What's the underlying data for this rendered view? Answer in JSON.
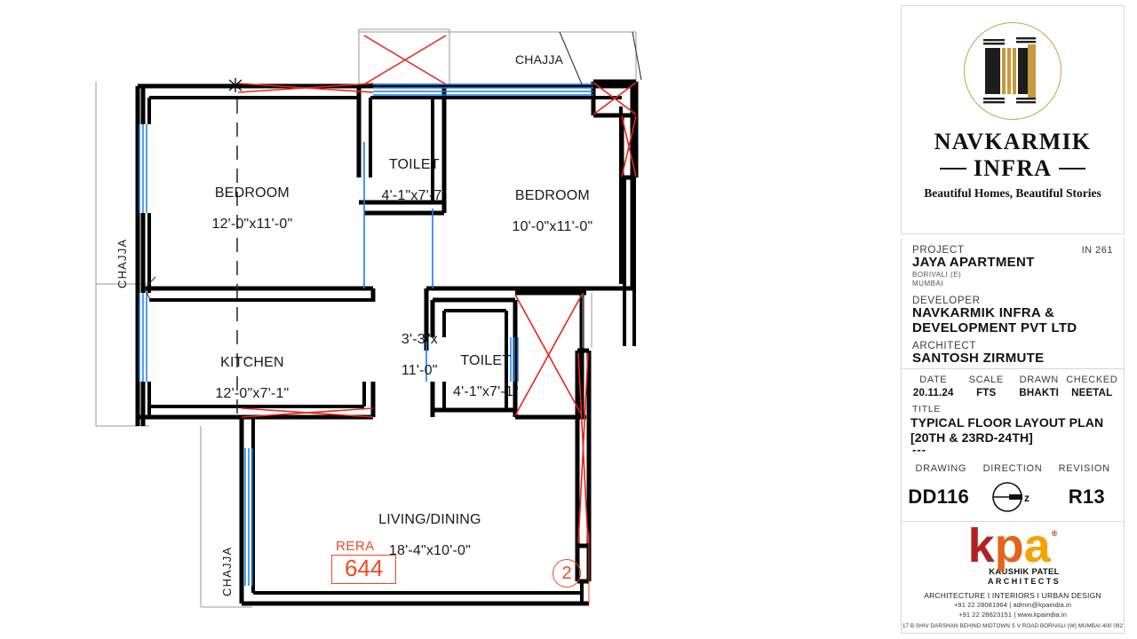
{
  "sheet": {
    "background": "#ffffff",
    "wall_color": "#000000",
    "window_color": "#1a7fe8",
    "accent_color": "#ef4a23",
    "annotation_color": "#e8251c"
  },
  "plan": {
    "rooms": [
      {
        "name": "BEDROOM",
        "dimension": "12'-0\"x11'-0\""
      },
      {
        "name": "TOILET",
        "dimension": "4'-1\"x7'-7\""
      },
      {
        "name": "BEDROOM",
        "dimension": "10'-0\"x11'-0\""
      },
      {
        "name": "KITCHEN",
        "dimension": "12'-0\"x7'-1\""
      },
      {
        "name": "TOILET",
        "dimension": "4'-1\"x7'-1\""
      },
      {
        "name": "LIVING/DINING",
        "dimension": "18'-4\"x10'-0\""
      }
    ],
    "passage_dimension_line1": "3'-3\"x",
    "passage_dimension_line2": "11'-0\"",
    "chajja_labels": {
      "top": "CHAJJA",
      "left": "CHAJJA",
      "bottom_left": "CHAJJA"
    },
    "rera": {
      "label": "RERA",
      "number": "644"
    },
    "unit_marker": "2"
  },
  "title_block": {
    "brand": {
      "line1": "NAVKARMIK",
      "line2": "INFRA",
      "tagline": "Beautiful Homes, Beautiful Stories"
    },
    "project": {
      "head": "PROJECT",
      "reference": "IN 261",
      "name": "JAYA APARTMENT",
      "locality": "BORIVALI (E)",
      "city": "MUMBAI"
    },
    "developer": {
      "head": "DEVELOPER",
      "name_line1": "NAVKARMIK INFRA &",
      "name_line2": "DEVELOPMENT PVT LTD"
    },
    "architect": {
      "head": "ARCHITECT",
      "name": "SANTOSH ZIRMUTE",
      "dots": "---"
    },
    "meta": {
      "headers": [
        "DATE",
        "SCALE",
        "DRAWN",
        "CHECKED"
      ],
      "values": [
        "20.11.24",
        "FTS",
        "BHAKTI",
        "NEETAL"
      ]
    },
    "title": {
      "head": "TITLE",
      "line1": "TYPICAL FLOOR LAYOUT PLAN",
      "line2": "[20TH & 23RD-24TH]",
      "dots": "---"
    },
    "drawing": {
      "headers": [
        "DRAWING",
        "DIRECTION",
        "REVISION"
      ],
      "number": "DD116",
      "direction_letter": "z",
      "revision": "R13"
    },
    "kpa": {
      "logo_k": "k",
      "logo_p": "p",
      "logo_a": "a",
      "registered": "®",
      "name": "KAUSHIK PATEL",
      "sub": "ARCHITECTS",
      "disciplines": "ARCHITECTURE I INTERIORS I URBAN DESIGN",
      "contact_line1": "+91 22 28081964   |   admin@kpaindia.in",
      "contact_line2": "+91 22 28623151   |   www.kpaindia.in",
      "address": "17 B SHIV DARSHAN BEHIND MIDTOWN S V ROAD BORIVALI (W) MUMBAI 400 092"
    }
  }
}
